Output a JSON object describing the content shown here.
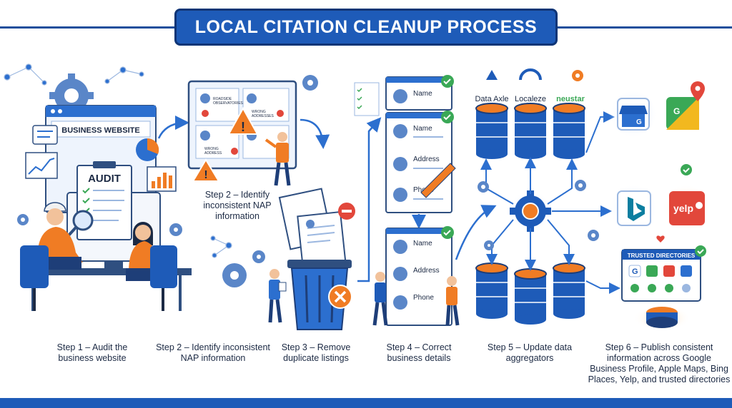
{
  "title": "LOCAL CITATION CLEANUP PROCESS",
  "step1": {
    "browser_title": "BUSINESS WEBSITE",
    "clipboard": "AUDIT"
  },
  "step2": {
    "card_text_1": "ROADSIDE\nOBSERVATORIES",
    "card_text_2": "WRONG\nADDRESSES",
    "card_text_3": "WRONG\nADDRESS"
  },
  "step4": {
    "field_name": "Name",
    "field_address": "Address",
    "field_phone": "Phone"
  },
  "step5": {
    "aggregators": [
      "Data Axle",
      "Localeze",
      "neustar"
    ]
  },
  "step6": {
    "yelp": "yelp",
    "directories_title": "TRUSTED DIRECTORIES"
  },
  "inline_label": "Step 2 – Identify inconsistent NAP information",
  "captions": [
    "Step 1 – Audit the business website",
    "Step 2 – Identify inconsistent NAP information",
    "Step 3 – Remove duplicate listings",
    "Step 4 – Correct business details",
    "Step 5 – Update data aggregators",
    "Step 6 – Publish consistent information across Google Business Profile, Apple Maps, Bing Places, Yelp, and trusted directories"
  ],
  "colors": {
    "brand_blue": "#1e5bb8",
    "navy": "#0f3576",
    "orange": "#f07c24",
    "green": "#3aa856",
    "red": "#e2473b",
    "light_blue": "#dce9fb"
  }
}
